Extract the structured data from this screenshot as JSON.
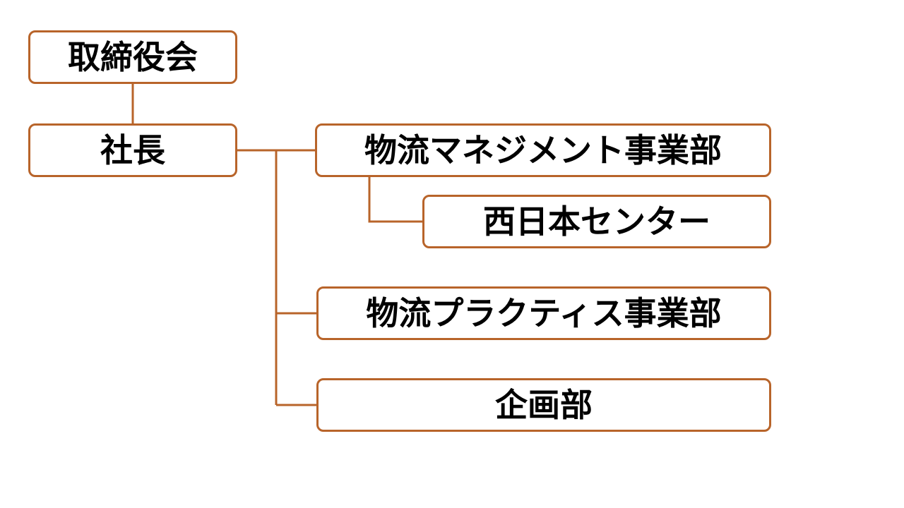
{
  "diagram": {
    "accent_color": "#b8642a",
    "text_color": "#000000",
    "background_color": "#ffffff",
    "nodes": {
      "board": "取締役会",
      "ceo": "社長",
      "logistics_management": "物流マネジメント事業部",
      "west_japan_center": "西日本センター",
      "logistics_practice": "物流プラクティス事業部",
      "planning": "企画部"
    },
    "relations": [
      {
        "from": "board",
        "to": "ceo"
      },
      {
        "from": "ceo",
        "to": "logistics_management"
      },
      {
        "from": "logistics_management",
        "to": "west_japan_center"
      },
      {
        "from": "ceo",
        "to": "logistics_practice"
      },
      {
        "from": "ceo",
        "to": "planning"
      }
    ]
  }
}
